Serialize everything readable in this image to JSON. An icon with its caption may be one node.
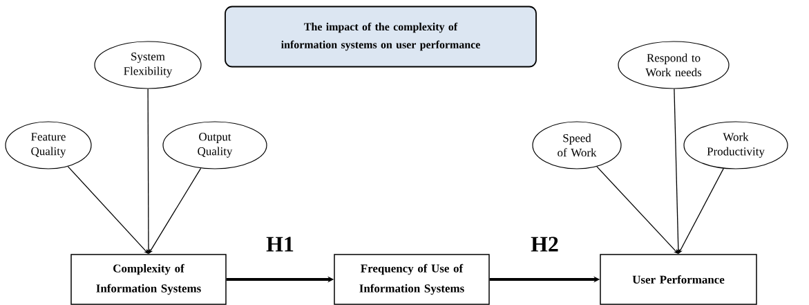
{
  "diagram": {
    "nodes": [
      {
        "text": [
          "The impact of the complexity of information systems on user performance"
        ]
      },
      {
        "text": [
          "System Flexibility"
        ]
      },
      {
        "text": [
          "Feature Quality"
        ]
      },
      {
        "text": [
          "Output Quality"
        ]
      },
      {
        "text": [
          "Respond to Work needs"
        ]
      },
      {
        "text": [
          "Speed of Work"
        ]
      },
      {
        "text": [
          "Work Productivity"
        ]
      },
      {
        "text": [
          "Complexity of Information Systems"
        ]
      },
      {
        "text": [
          "Frequency of Use of Information Systems"
        ]
      },
      {
        "text": [
          "User Performance"
        ]
      }
    ],
    "edges": [
      {
        "from": 1,
        "to": 7,
        "arrow": "to"
      },
      {
        "from": 2,
        "to": 7,
        "arrow": "to"
      },
      {
        "from": 3,
        "to": 7,
        "arrow": "to"
      },
      {
        "from": 4,
        "to": 9,
        "arrow": "to"
      },
      {
        "from": 5,
        "to": 9,
        "arrow": "to"
      },
      {
        "from": 6,
        "to": 9,
        "arrow": "to"
      },
      {
        "from": 7,
        "to": 8,
        "arrow": "to",
        "label": "H1",
        "style": "thick"
      },
      {
        "from": 8,
        "to": 9,
        "arrow": "to",
        "label": "H2",
        "style": "thick"
      }
    ]
  }
}
